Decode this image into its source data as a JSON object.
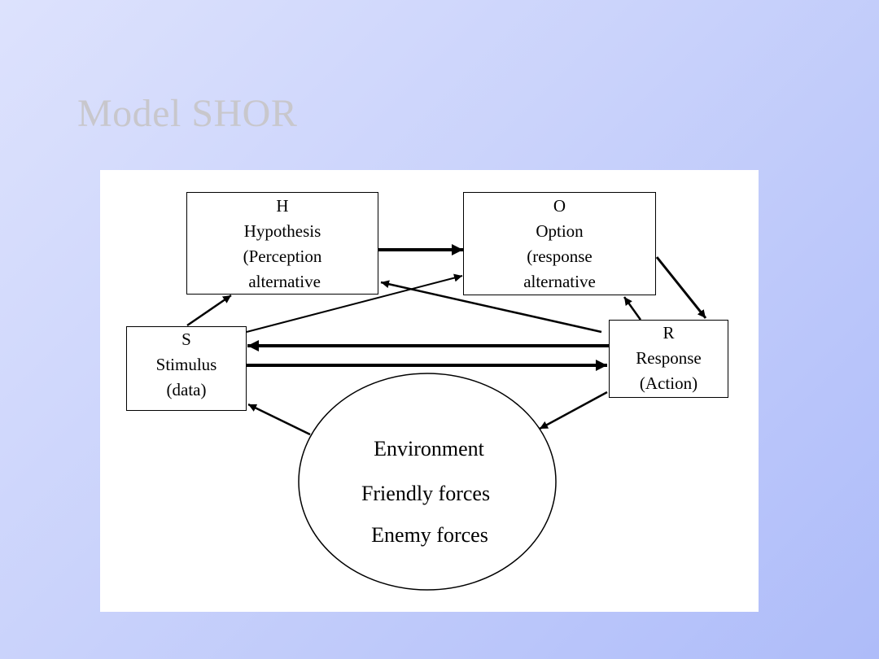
{
  "slide": {
    "title": "Model SHOR"
  },
  "diagram": {
    "nodes": {
      "hypothesis": {
        "letter": "H",
        "lines": [
          "Hypothesis",
          "(Perception",
          " alternative"
        ]
      },
      "option": {
        "letter": "O",
        "lines": [
          "Option",
          "(response",
          "alternative"
        ]
      },
      "stimulus": {
        "letter": "S",
        "lines": [
          "Stimulus",
          "(data)"
        ]
      },
      "response": {
        "letter": "R",
        "lines": [
          "Response",
          "(Action)"
        ]
      }
    },
    "environment": {
      "lines": [
        "Environment",
        "Friendly forces",
        "Enemy forces"
      ]
    }
  }
}
